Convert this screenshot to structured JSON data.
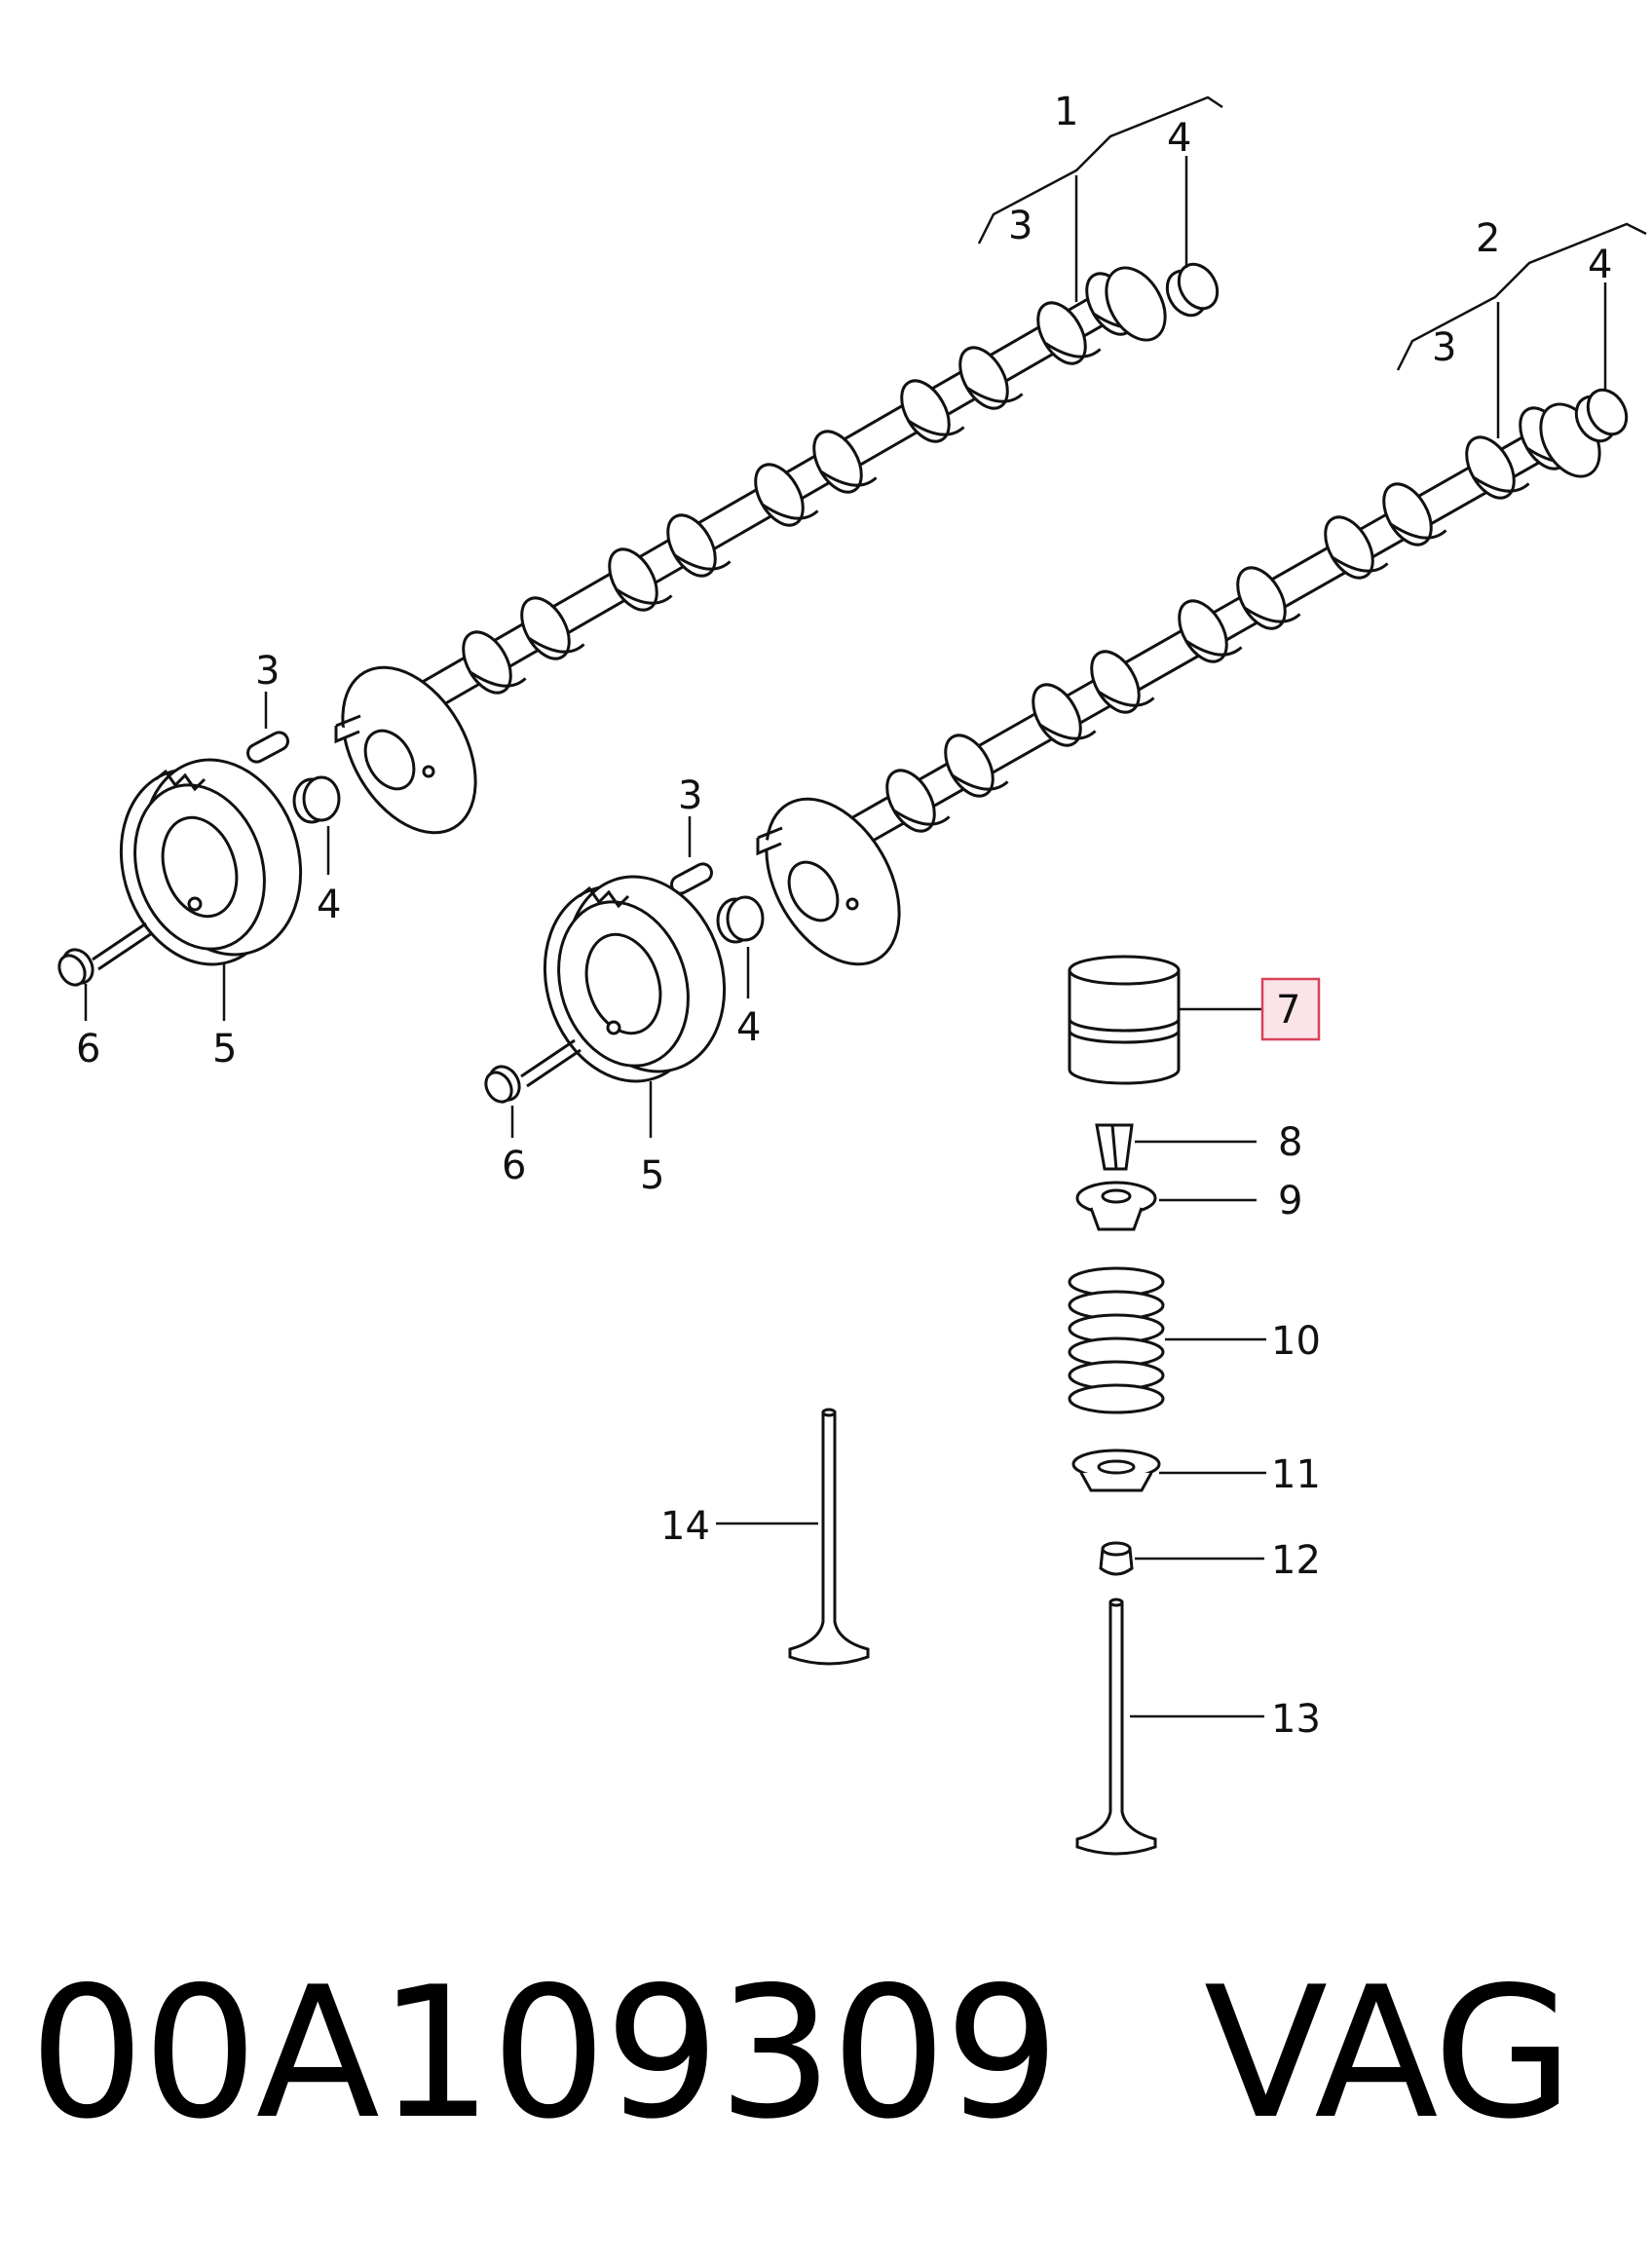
{
  "callouts": {
    "c1": "1",
    "c2": "2",
    "c3a": "3",
    "c3b": "3",
    "c3c": "3",
    "c3d": "3",
    "c4a": "4",
    "c4b": "4",
    "c4c": "4",
    "c4d": "4",
    "c5a": "5",
    "c5b": "5",
    "c6a": "6",
    "c6b": "6",
    "c7": "7",
    "c8": "8",
    "c9": "9",
    "c10": "10",
    "c11": "11",
    "c12": "12",
    "c13": "13",
    "c14": "14"
  },
  "highlight_color": "#d9415a",
  "footer": {
    "part_number": "00A109309",
    "brand": "VAG"
  }
}
